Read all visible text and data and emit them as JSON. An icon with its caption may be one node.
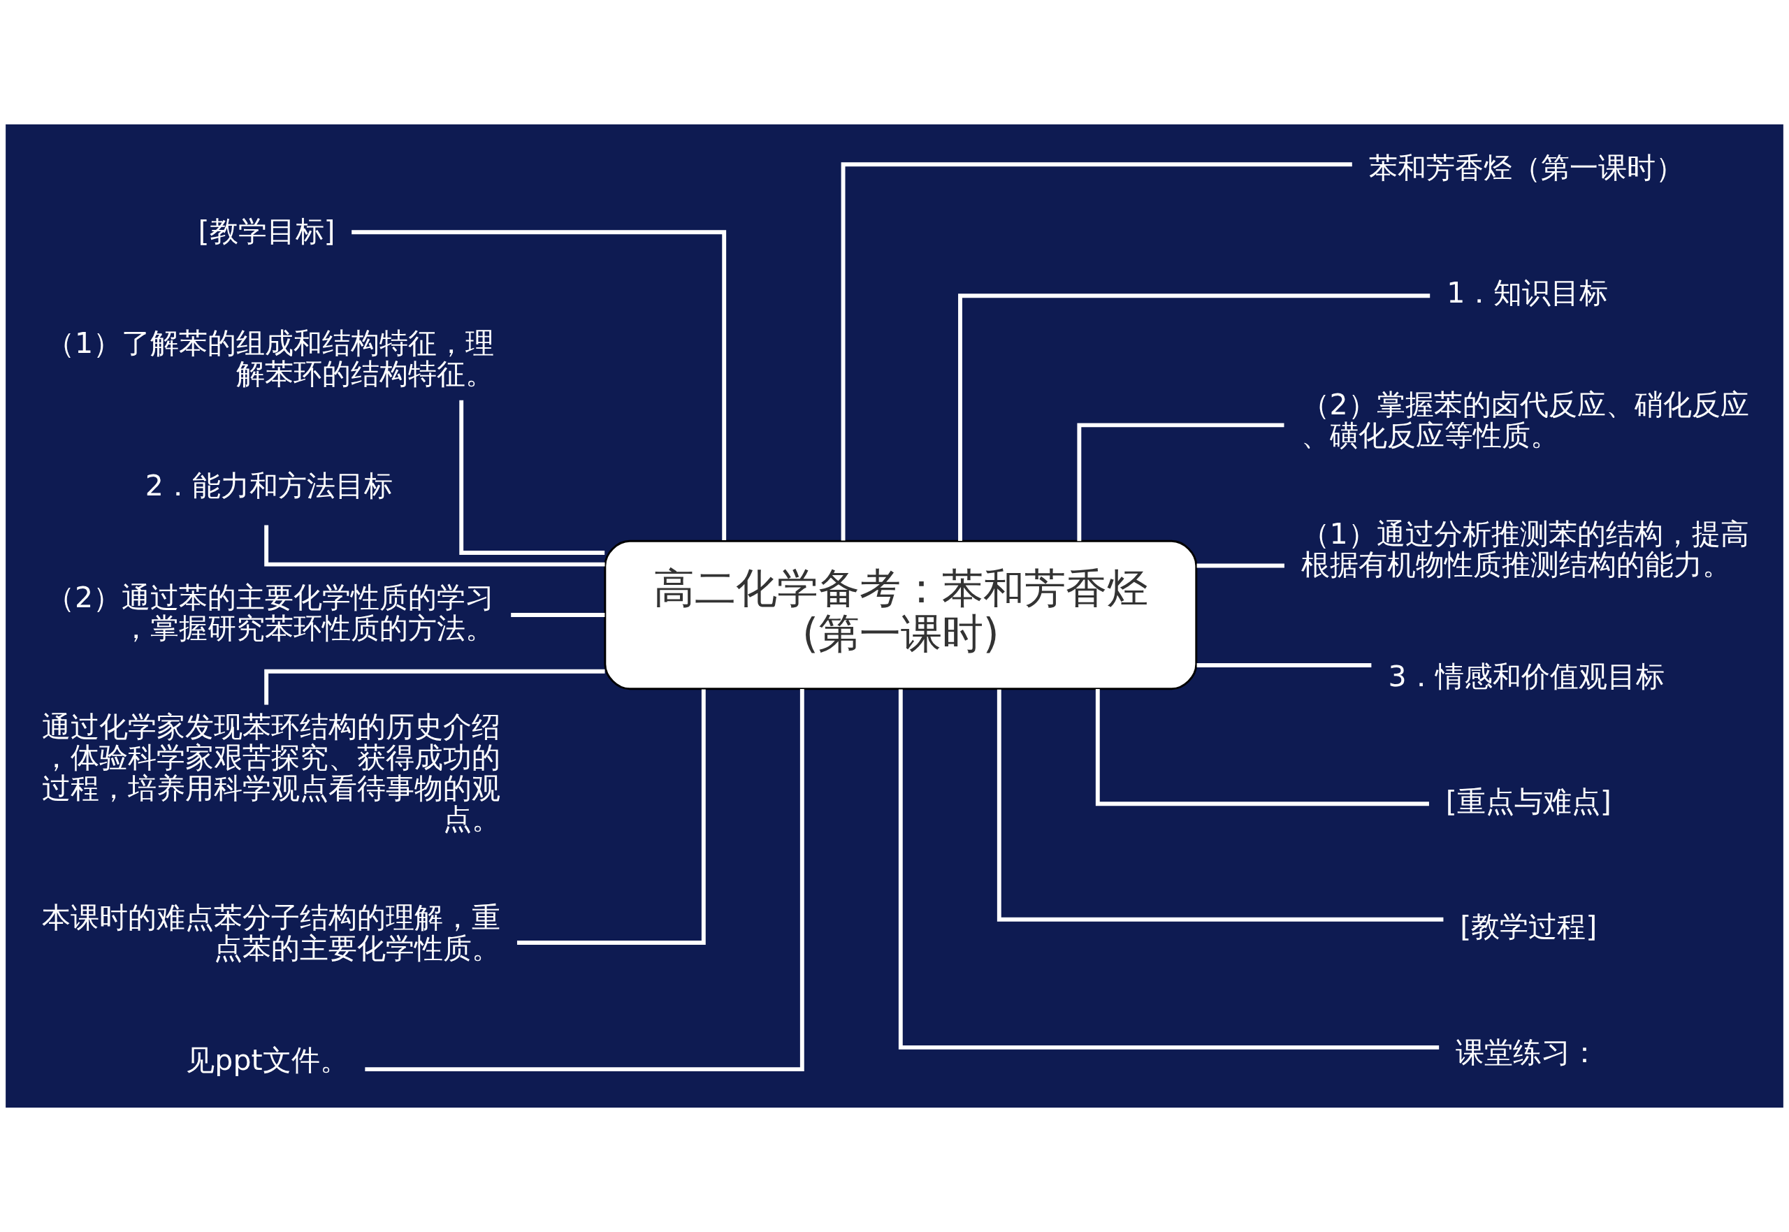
{
  "diagram": {
    "nodes": [
      {
        "text": [
          "高二化学备考：苯和芳香烃(第一课时)"
        ]
      },
      {
        "text": [
          "[教学目标]"
        ]
      },
      {
        "text": [
          "（1）了解苯的组成和结构特征，理解苯环的结构特征。"
        ]
      },
      {
        "text": [
          "2．能力和方法目标"
        ]
      },
      {
        "text": [
          "（2）通过苯的主要化学性质的学习，掌握研究苯环性质的方法。"
        ]
      },
      {
        "text": [
          "通过化学家发现苯环结构的历史介绍，体验科学家艰苦探究、获得成功的过程，培养用科学观点看待事物的观点。"
        ]
      },
      {
        "text": [
          "本课时的难点苯分子结构的理解，重点苯的主要化学性质。"
        ]
      },
      {
        "text": [
          "见ppt文件。"
        ]
      },
      {
        "text": [
          "苯和芳香烃（第一课时）"
        ]
      },
      {
        "text": [
          "1．知识目标"
        ]
      },
      {
        "text": [
          "（2）掌握苯的卤代反应、硝化反应、磺化反应等性质。"
        ]
      },
      {
        "text": [
          "（1）通过分析推测苯的结构，提高根据有机物性质推测结构的能力。"
        ]
      },
      {
        "text": [
          "3．情感和价值观目标"
        ]
      },
      {
        "text": [
          "[重点与难点]"
        ]
      },
      {
        "text": [
          "[教学过程]"
        ]
      },
      {
        "text": [
          "课堂练习："
        ]
      }
    ],
    "edges": [
      {
        "from": 0,
        "to": 1,
        "arrow": "none"
      },
      {
        "from": 0,
        "to": 2,
        "arrow": "none"
      },
      {
        "from": 0,
        "to": 3,
        "arrow": "none"
      },
      {
        "from": 0,
        "to": 4,
        "arrow": "none"
      },
      {
        "from": 0,
        "to": 5,
        "arrow": "none"
      },
      {
        "from": 0,
        "to": 6,
        "arrow": "none"
      },
      {
        "from": 0,
        "to": 7,
        "arrow": "none"
      },
      {
        "from": 0,
        "to": 8,
        "arrow": "none"
      },
      {
        "from": 0,
        "to": 9,
        "arrow": "none"
      },
      {
        "from": 0,
        "to": 10,
        "arrow": "none"
      },
      {
        "from": 0,
        "to": 11,
        "arrow": "none"
      },
      {
        "from": 0,
        "to": 12,
        "arrow": "none"
      },
      {
        "from": 0,
        "to": 13,
        "arrow": "none"
      },
      {
        "from": 0,
        "to": 14,
        "arrow": "none"
      },
      {
        "from": 0,
        "to": 15,
        "arrow": "none"
      }
    ]
  }
}
